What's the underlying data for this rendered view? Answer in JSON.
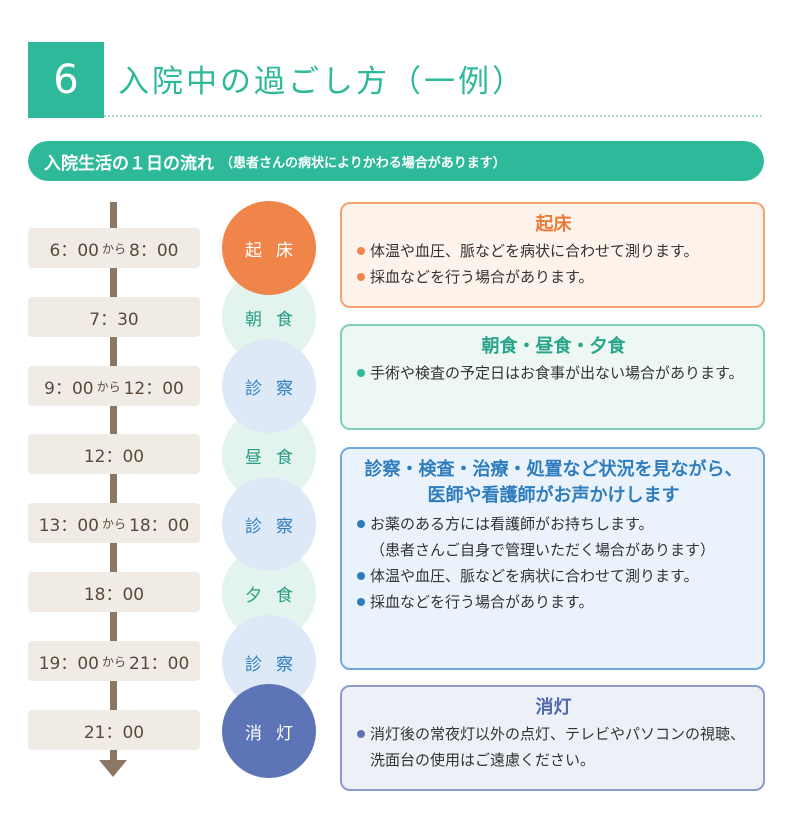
{
  "header": {
    "number": "6",
    "title": "入院中の過ごし方（一例）"
  },
  "banner": {
    "main": "入院生活の１日の流れ",
    "note": "（患者さんの病状によりかわる場合があります）"
  },
  "timeline": [
    {
      "start": "6：00",
      "sep": "から",
      "end": "8：00"
    },
    {
      "start": "7：30"
    },
    {
      "start": "9：00",
      "sep": "から",
      "end": "12：00"
    },
    {
      "start": "12：00"
    },
    {
      "start": "13：00",
      "sep": "から",
      "end": "18：00"
    },
    {
      "start": "18：00"
    },
    {
      "start": "19：00",
      "sep": "から",
      "end": "21：00"
    },
    {
      "start": "21：00"
    }
  ],
  "activities": [
    "起床",
    "朝食",
    "診察",
    "昼食",
    "診察",
    "夕食",
    "診察",
    "消灯"
  ],
  "cards": {
    "wake": {
      "title": "起床",
      "items": [
        "体温や血圧、脈などを病状に合わせて測ります。",
        "採血などを行う場合があります。"
      ]
    },
    "meals": {
      "title": "朝食・昼食・夕食",
      "items": [
        "手術や検査の予定日はお食事が出ない場合があります。"
      ]
    },
    "exam": {
      "title_line1": "診察・検査・治療・処置など状況を見ながら、",
      "title_line2": "医師や看護師がお声かけします",
      "items": [
        "お薬のある方には看護師がお持ちします。",
        "（患者さんご自身で管理いただく場合があります）",
        "体温や血圧、脈などを病状に合わせて測ります。",
        "採血などを行う場合があります。"
      ]
    },
    "lights": {
      "title": "消灯",
      "items": [
        "消灯後の常夜灯以外の点灯、テレビやパソコンの視聴、洗面台の使用はご遠慮ください。"
      ]
    }
  },
  "colors": {
    "teal": "#2db99a",
    "orange": "#f0854a",
    "blue": "#2f7dbd",
    "indigo": "#5d74b6",
    "axis": "#8b7766"
  }
}
